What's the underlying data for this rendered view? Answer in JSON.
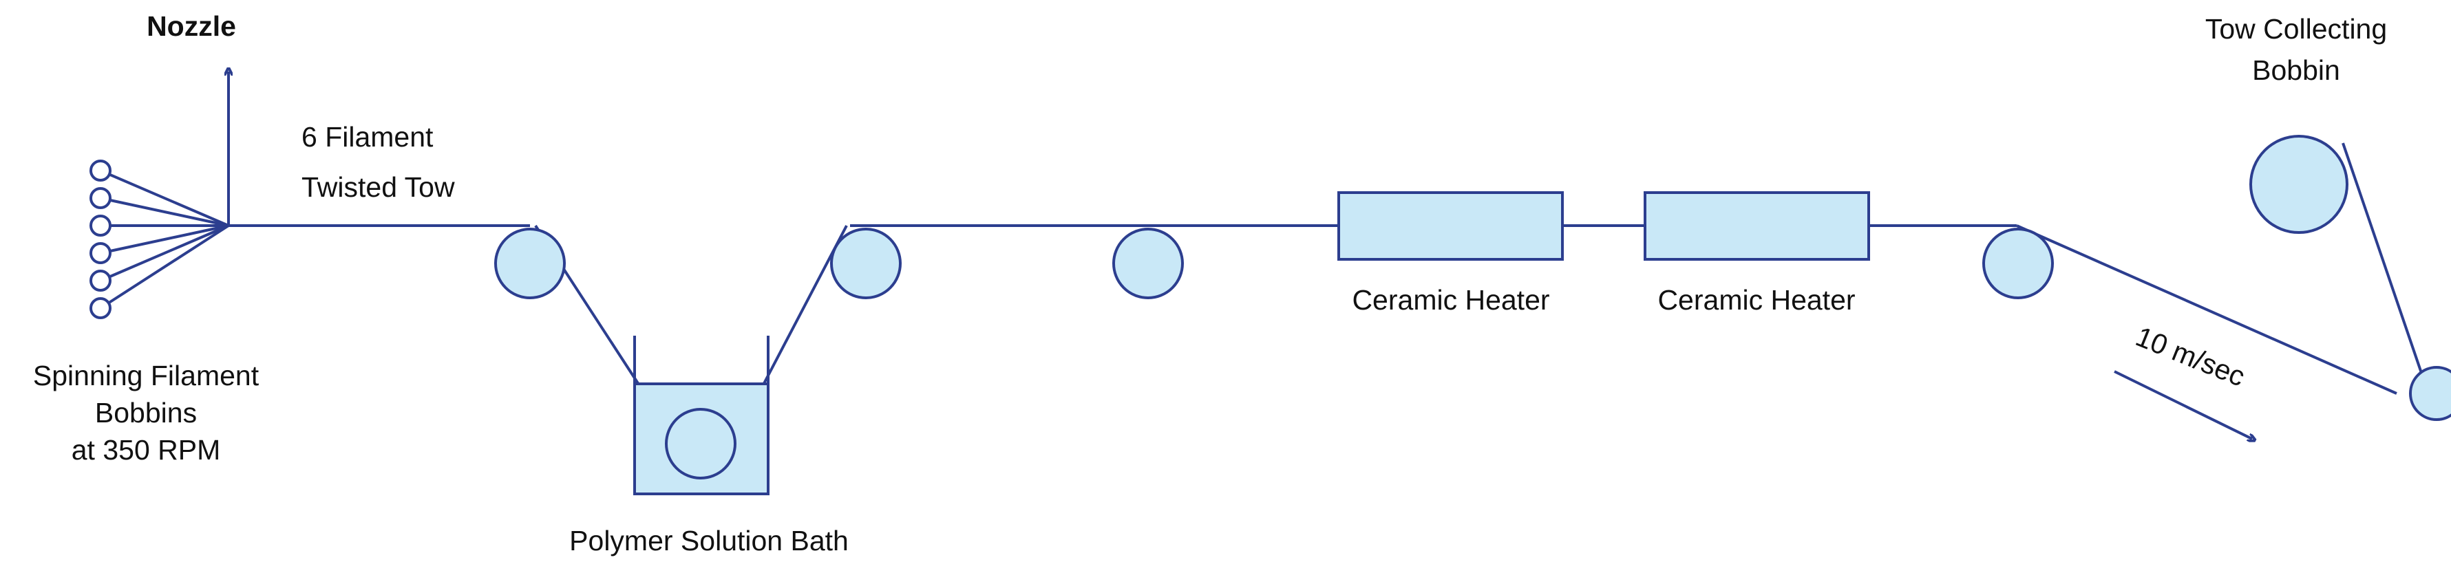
{
  "labels": {
    "nozzle": "Nozzle",
    "tow_line1": "6 Filament",
    "tow_line2": "Twisted Tow",
    "bobbins_line1": "Spinning Filament",
    "bobbins_line2": "Bobbins",
    "bobbins_line3": "at 350 RPM",
    "bath": "Polymer Solution Bath",
    "heater1": "Ceramic Heater",
    "heater2": "Ceramic Heater",
    "collect_line1": "Tow Collecting",
    "collect_line2": "Bobbin",
    "speed": "10 m/sec"
  },
  "colors": {
    "line": "#2c3e8f",
    "fill": "#c9e8f7"
  }
}
